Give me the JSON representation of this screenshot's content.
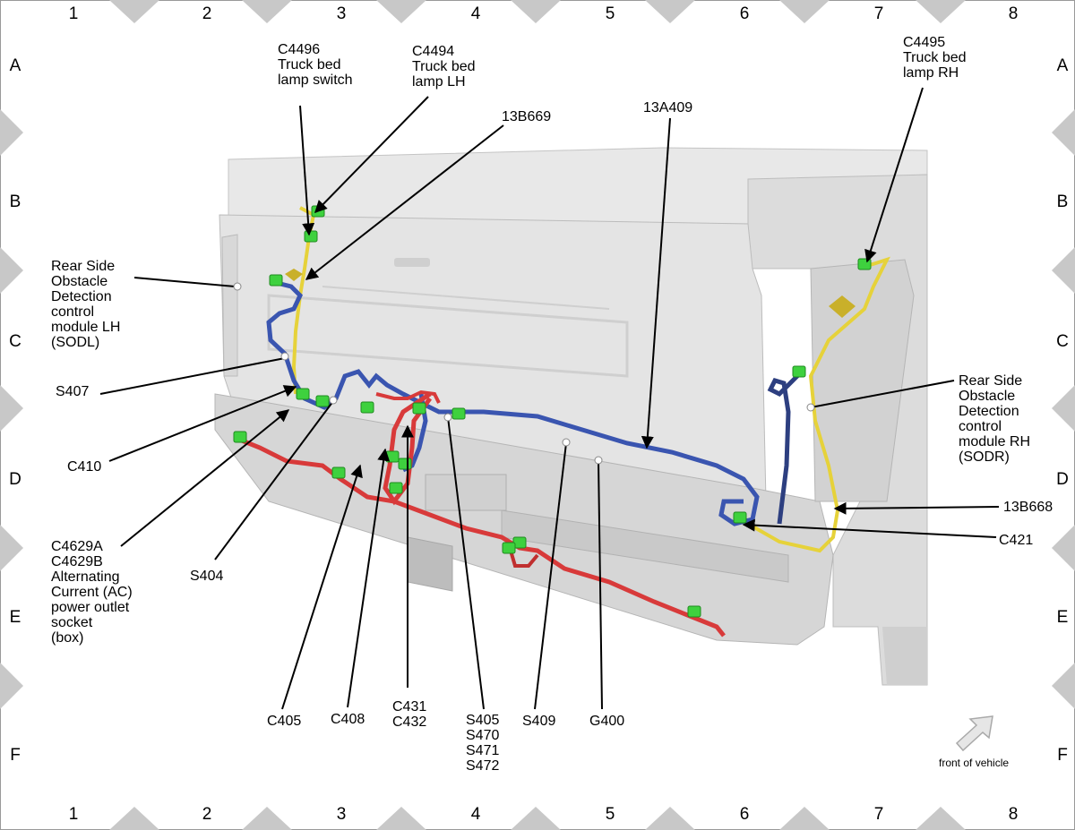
{
  "grid": {
    "columns": [
      "1",
      "2",
      "3",
      "4",
      "5",
      "6",
      "7",
      "8"
    ],
    "rows": [
      "A",
      "B",
      "C",
      "D",
      "E",
      "F"
    ]
  },
  "labels": {
    "c4496": [
      "C4496",
      "Truck bed",
      "lamp switch"
    ],
    "c4494": [
      "C4494",
      "Truck bed",
      "lamp LH"
    ],
    "c13b669": [
      "13B669"
    ],
    "c13a409": [
      "13A409"
    ],
    "c4495": [
      "C4495",
      "Truck bed",
      "lamp RH"
    ],
    "sodl": [
      "Rear Side",
      "Obstacle",
      "Detection",
      "control",
      "module LH",
      "(SODL)"
    ],
    "sodr": [
      "Rear Side",
      "Obstacle",
      "Detection",
      "control",
      "module RH",
      "(SODR)"
    ],
    "s407": [
      "S407"
    ],
    "c410": [
      "C410"
    ],
    "c4629": [
      "C4629A",
      "C4629B",
      "Alternating",
      "Current (AC)",
      "power outlet",
      "socket",
      "(box)"
    ],
    "s404": [
      "S404"
    ],
    "c405": [
      "C405"
    ],
    "c408": [
      "C408"
    ],
    "c431": [
      "C431",
      "C432"
    ],
    "s405": [
      "S405",
      "S470",
      "S471",
      "S472"
    ],
    "s409": [
      "S409"
    ],
    "g400": [
      "G400"
    ],
    "c13b668": [
      "13B668"
    ],
    "c421": [
      "C421"
    ]
  },
  "orientation": {
    "text": "front of vehicle"
  },
  "colors": {
    "harness_blue": "#3a55b0",
    "harness_red": "#d83a3a",
    "harness_yellow": "#e6d23a",
    "connector_green": "#3ed13e",
    "truck_body": "#e2e2e2",
    "border_triangle": "#c8c8c8"
  }
}
